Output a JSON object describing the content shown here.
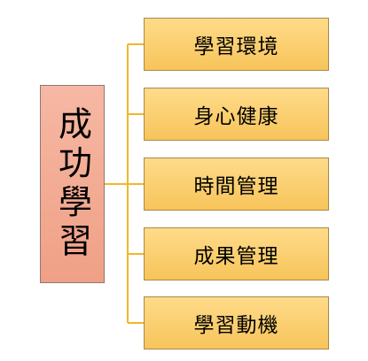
{
  "root": {
    "label": "成功學習"
  },
  "children": [
    {
      "label": "學習環境"
    },
    {
      "label": "身心健康"
    },
    {
      "label": "時間管理"
    },
    {
      "label": "成果管理"
    },
    {
      "label": "學習動機"
    }
  ],
  "colors": {
    "root_fill": "#f3a98f",
    "child_fill": "#fbd06f",
    "connector": "#f0b72a"
  }
}
